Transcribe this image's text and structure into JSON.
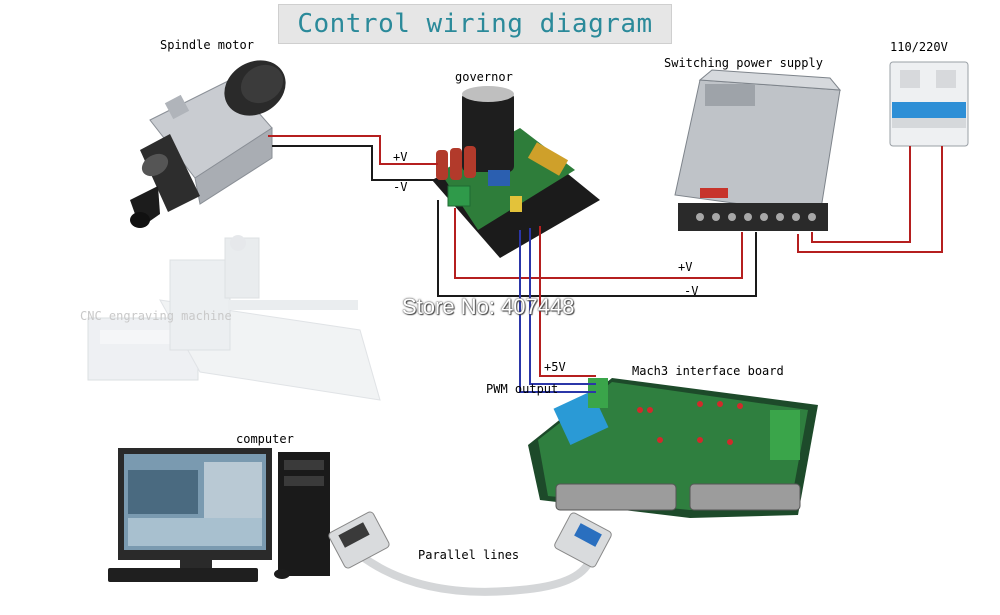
{
  "title": "Control wiring diagram",
  "labels": {
    "spindle_motor": "Spindle motor",
    "governor": "governor",
    "switching_power_supply": "Switching power supply",
    "mains": "110/220V",
    "cnc_engraving_machine": "CNC engraving machine",
    "mach3_interface_board": "Mach3 interface board",
    "pwm_output": "PWM output",
    "computer": "computer",
    "parallel_lines": "Parallel lines"
  },
  "wire_labels": {
    "spindle_plus": "+V",
    "spindle_minus": "-V",
    "supply_plus": "+V",
    "supply_minus": "-V",
    "board_5v": "+5V"
  },
  "watermark": "Store No: 407448",
  "colors": {
    "title_text": "#2b8a9a",
    "wire_positive": "#b51f1f",
    "wire_negative": "#1a1a1a",
    "wire_pwm": "#2b36a8"
  }
}
